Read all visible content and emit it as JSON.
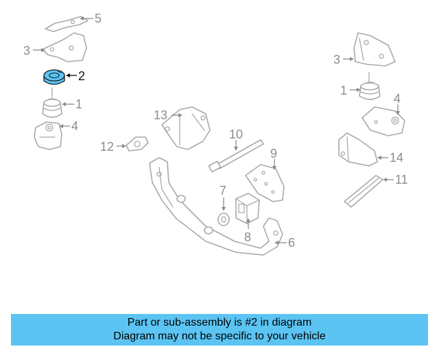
{
  "highlight_color": "#5bc4f3",
  "callouts": {
    "c1a": "1",
    "c1b": "1",
    "c2": "2",
    "c3a": "3",
    "c3b": "3",
    "c4a": "4",
    "c4b": "4",
    "c5": "5",
    "c6": "6",
    "c7": "7",
    "c8": "8",
    "c9": "9",
    "c10": "10",
    "c11": "11",
    "c12": "12",
    "c13": "13",
    "c14": "14"
  },
  "banner": {
    "line1": "Part or sub-assembly is #2 in diagram",
    "line2": "Diagram may not be specific to your vehicle"
  }
}
